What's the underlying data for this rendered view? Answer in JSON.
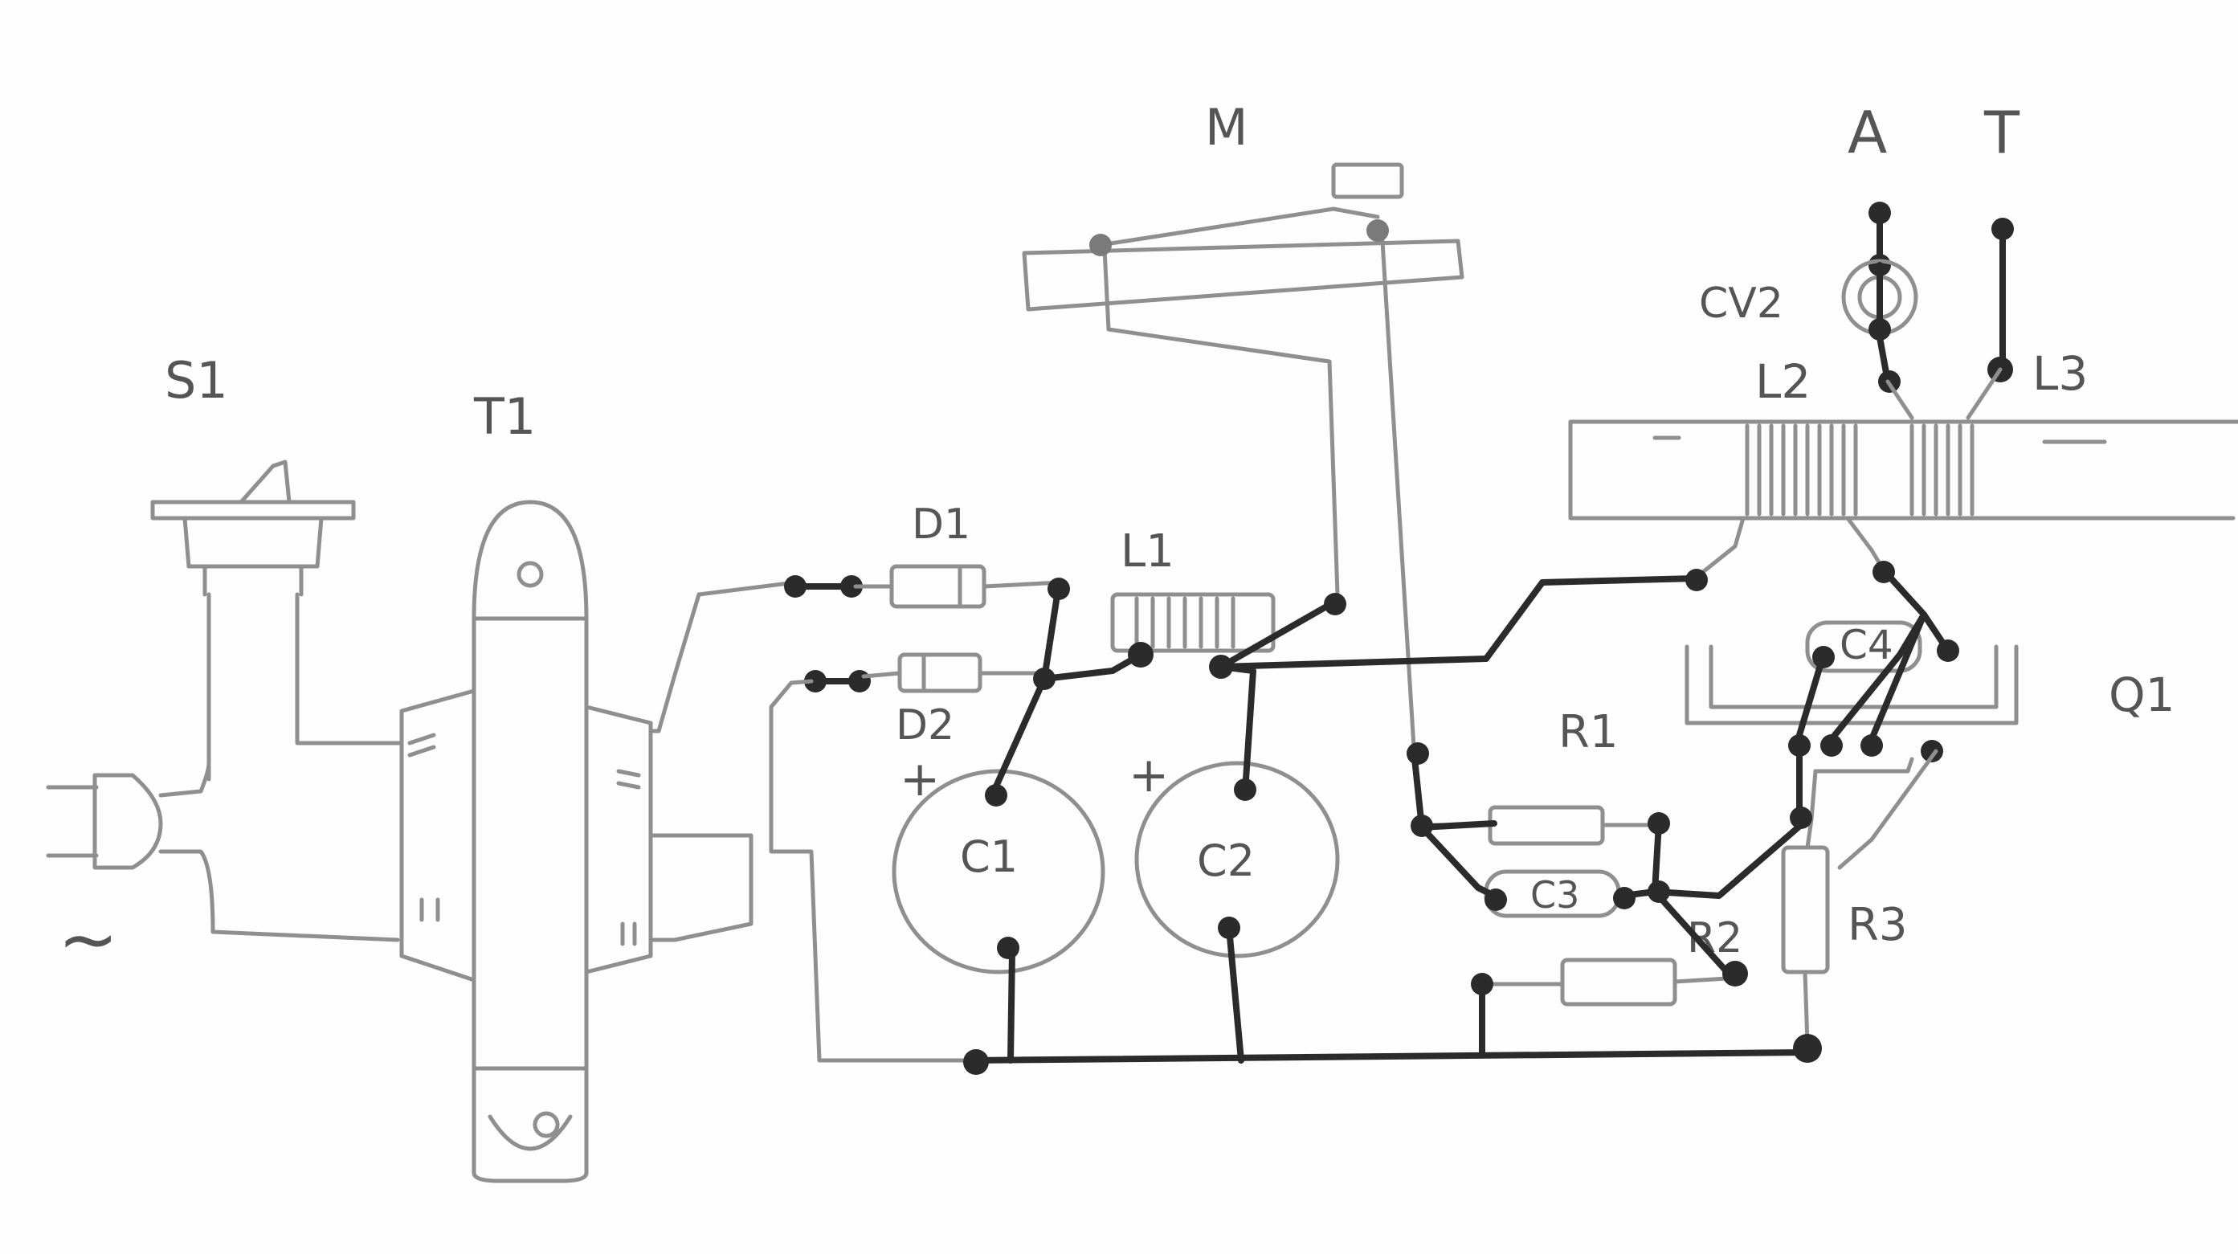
{
  "labels": {
    "s1": "S1",
    "t1": "T1",
    "m": "M",
    "a": "A",
    "t": "T",
    "cv2": "CV2",
    "l2": "L2",
    "l3": "L3",
    "d1": "D1",
    "d2": "D2",
    "l1": "L1",
    "c1": "C1",
    "c2": "C2",
    "plus1": "+",
    "plus2": "+",
    "r1": "R1",
    "c3": "C3",
    "r2": "R2",
    "r3": "R3",
    "c4": "C4",
    "q1": "Q1",
    "ac": "~"
  },
  "colors": {
    "pencil": "#8f8f8f",
    "ink": "#2b2b2b",
    "paper": "#fdfdfd"
  }
}
